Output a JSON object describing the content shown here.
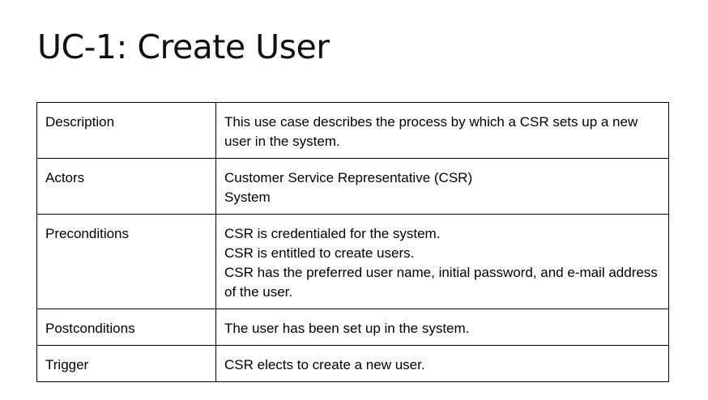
{
  "title": "UC-1: Create User",
  "rows": [
    {
      "label": "Description",
      "lines": [
        "This use case describes the process by which a CSR sets up a new user in the system."
      ]
    },
    {
      "label": "Actors",
      "lines": [
        "Customer Service Representative (CSR)",
        "System"
      ]
    },
    {
      "label": "Preconditions",
      "lines": [
        "CSR is credentialed for the system.",
        "CSR is entitled to create users.",
        "CSR has the preferred user name, initial password, and e-mail address of the user."
      ]
    },
    {
      "label": "Postconditions",
      "lines": [
        "The user has been set up in the system."
      ]
    },
    {
      "label": "Trigger",
      "lines": [
        "CSR elects to create a new user."
      ]
    }
  ]
}
